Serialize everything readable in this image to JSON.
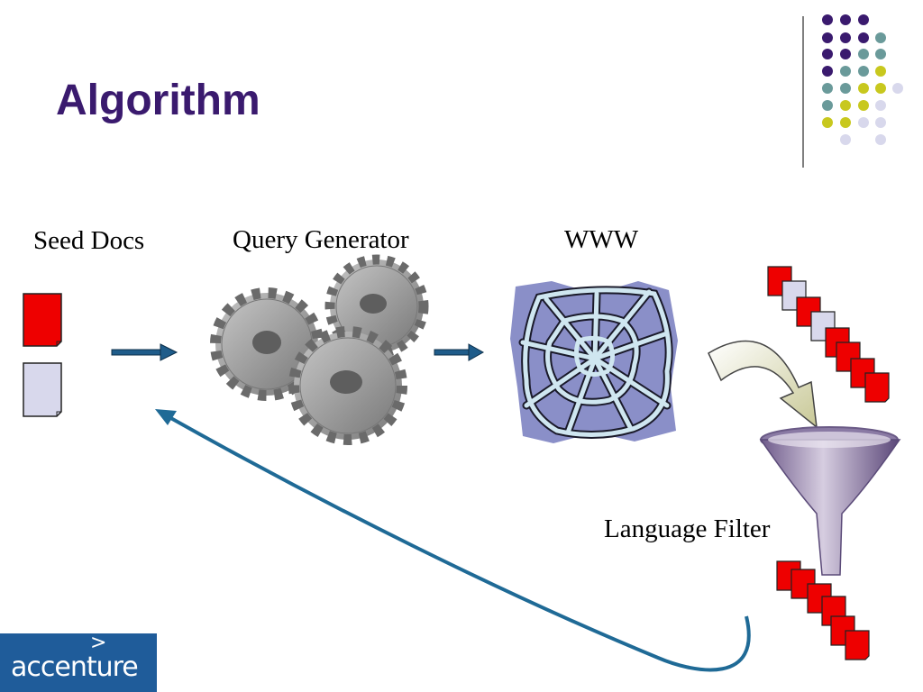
{
  "slide": {
    "title": "Algorithm"
  },
  "diagram": {
    "seed_label": "Seed Docs",
    "query_label": "Query Generator",
    "www_label": "WWW",
    "filter_label": "Language Filter"
  },
  "logo": {
    "text": "accenture",
    "mark": ">"
  },
  "colors": {
    "title": "#3a1a6e",
    "doc_red": "#ee0000",
    "doc_lavender": "#d8d8ec",
    "arrow_blue": "#1f5c8a",
    "logo_bg": "#1f5c9a",
    "dot_purple": "#3a1a6e",
    "dot_teal": "#6a9a9a",
    "dot_yellow": "#c8c81e",
    "dot_lavender": "#d8d8ec"
  }
}
